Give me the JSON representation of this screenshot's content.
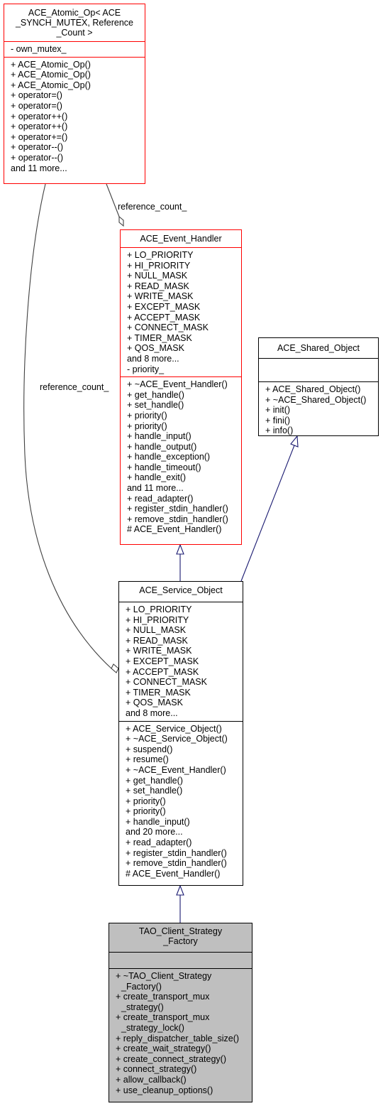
{
  "classes": {
    "atomic_op": {
      "title": [
        "ACE_Atomic_Op< ACE",
        "_SYNCH_MUTEX, Reference",
        "_Count >"
      ],
      "attributes": [
        "- own_mutex_"
      ],
      "methods": [
        "+ ACE_Atomic_Op()",
        "+ ACE_Atomic_Op()",
        "+ ACE_Atomic_Op()",
        "+ operator=()",
        "+ operator=()",
        "+ operator++()",
        "+ operator++()",
        "+ operator+=()",
        "+ operator--()",
        "+ operator--()",
        "and 11 more..."
      ]
    },
    "event_handler": {
      "title": [
        "ACE_Event_Handler"
      ],
      "attributes": [
        "+ LO_PRIORITY",
        "+ HI_PRIORITY",
        "+ NULL_MASK",
        "+ READ_MASK",
        "+ WRITE_MASK",
        "+ EXCEPT_MASK",
        "+ ACCEPT_MASK",
        "+ CONNECT_MASK",
        "+ TIMER_MASK",
        "+ QOS_MASK",
        "and 8 more...",
        "- priority_"
      ],
      "methods": [
        "+ ~ACE_Event_Handler()",
        "+ get_handle()",
        "+ set_handle()",
        "+ priority()",
        "+ priority()",
        "+ handle_input()",
        "+ handle_output()",
        "+ handle_exception()",
        "+ handle_timeout()",
        "+ handle_exit()",
        "and 11 more...",
        "+ read_adapter()",
        "+ register_stdin_handler()",
        "+ remove_stdin_handler()",
        "# ACE_Event_Handler()"
      ]
    },
    "shared_object": {
      "title": [
        "ACE_Shared_Object"
      ],
      "attributes": [],
      "methods": [
        "+ ACE_Shared_Object()",
        "+ ~ACE_Shared_Object()",
        "+ init()",
        "+ fini()",
        "+ info()"
      ]
    },
    "service_object": {
      "title": [
        "ACE_Service_Object"
      ],
      "attributes": [
        "+ LO_PRIORITY",
        "+ HI_PRIORITY",
        "+ NULL_MASK",
        "+ READ_MASK",
        "+ WRITE_MASK",
        "+ EXCEPT_MASK",
        "+ ACCEPT_MASK",
        "+ CONNECT_MASK",
        "+ TIMER_MASK",
        "+ QOS_MASK",
        "and 8 more..."
      ],
      "methods": [
        "+ ACE_Service_Object()",
        "+ ~ACE_Service_Object()",
        "+ suspend()",
        "+ resume()",
        "+ ~ACE_Event_Handler()",
        "+ get_handle()",
        "+ set_handle()",
        "+ priority()",
        "+ priority()",
        "+ handle_input()",
        "and 20 more...",
        "+ read_adapter()",
        "+ register_stdin_handler()",
        "+ remove_stdin_handler()",
        "# ACE_Event_Handler()"
      ]
    },
    "client_strategy_factory": {
      "title": [
        "TAO_Client_Strategy",
        "_Factory"
      ],
      "attributes": [],
      "methods": [
        [
          "+ ~TAO_Client_Strategy",
          "_Factory()"
        ],
        [
          "+ create_transport_mux",
          "_strategy()"
        ],
        [
          "+ create_transport_mux",
          "_strategy_lock()"
        ],
        "+ reply_dispatcher_table_size()",
        "+ create_wait_strategy()",
        "+ create_connect_strategy()",
        "+ connect_strategy()",
        "+ allow_callback()",
        "+ use_cleanup_options()"
      ]
    }
  },
  "edge_labels": {
    "reference_count_upper": "reference_count_",
    "reference_count_left": "reference_count_"
  },
  "colors": {
    "red_border": "#ff0000",
    "edge_navy": "#191970",
    "edge_dark": "#404040",
    "selected_fill": "#bfbfbf"
  }
}
